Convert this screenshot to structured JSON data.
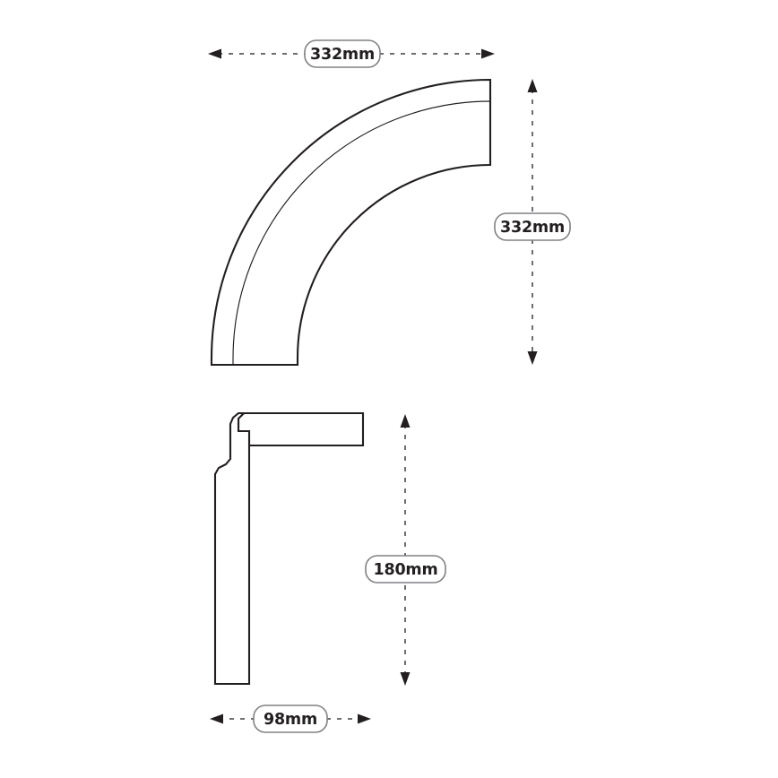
{
  "drawing": {
    "title": "Pipe elbow and skirting profile technical drawing",
    "background_color": "#ffffff",
    "line_color": "#231f20",
    "dimension_line_color": "#6d6e71",
    "label_border_color": "#808285",
    "label_fill_color": "#ffffff"
  },
  "dimensions": {
    "top_width": {
      "label": "332mm",
      "orientation": "horizontal",
      "value": 332,
      "unit": "mm"
    },
    "right_height": {
      "label": "332mm",
      "orientation": "vertical",
      "value": 332,
      "unit": "mm"
    },
    "profile_height": {
      "label": "180mm",
      "orientation": "vertical",
      "value": 180,
      "unit": "mm"
    },
    "profile_width": {
      "label": "98mm",
      "orientation": "horizontal",
      "value": 98,
      "unit": "mm"
    }
  },
  "views": {
    "elbow": {
      "name": "90-degree curved elbow view",
      "description": "Quarter-round bend with outer arc, inner arc and an offset inner detail line"
    },
    "profile": {
      "name": "Skirting profile section view",
      "description": "L-shaped moulded profile with stepped notch at the top left"
    }
  }
}
